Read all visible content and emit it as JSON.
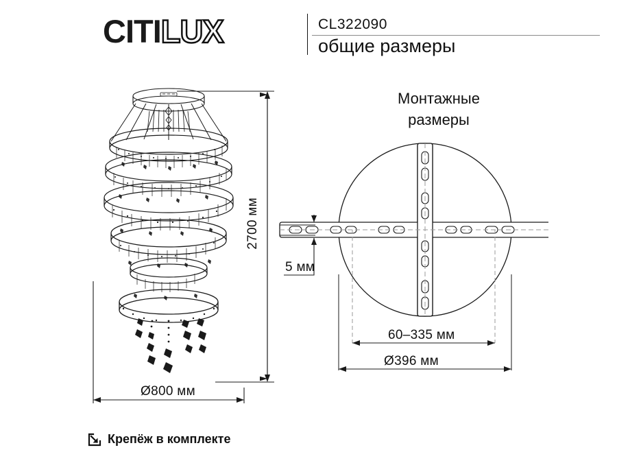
{
  "header": {
    "brand_prefix": "CITI",
    "brand_suffix": "LUX",
    "model": "CL322090",
    "subtitle": "общие размеры"
  },
  "left_panel": {
    "product_name": "chandelier-elevation-drawing",
    "dimensions": {
      "height": "2700 мм",
      "diameter": "Ø800 мм"
    }
  },
  "right_panel": {
    "title_line1": "Монтажные",
    "title_line2": "размеры",
    "dimensions": {
      "plate_thickness": "5 мм",
      "mount_range": "60–335 мм",
      "plate_diameter": "Ø396 мм"
    }
  },
  "footer": {
    "note": "Крепёж в комплекте",
    "icon": "box-arrow-in-icon"
  },
  "colors": {
    "ink": "#111111",
    "rule": "#8a8a8a",
    "dashed": "#999999",
    "paper": "#ffffff"
  }
}
